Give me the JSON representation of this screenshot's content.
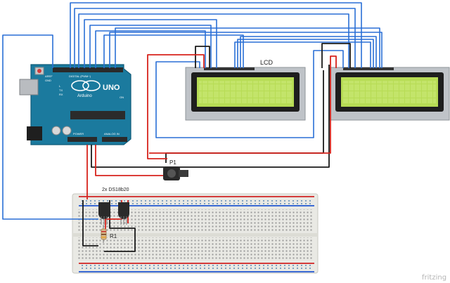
{
  "labels": {
    "lcd": "LCD",
    "pot": "P1",
    "sensors": "2x  DS18b20",
    "resistor": "R1",
    "watermark": "fritzing"
  },
  "arduino": {
    "logo_text": "UNO",
    "brand_text": "Arduino",
    "header_digital": "DIGITAL (PWM~)",
    "header_power": "POWER",
    "header_analog": "ANALOG IN",
    "aref": "AREF",
    "gnd": "GND",
    "on": "ON",
    "tx": "TX",
    "rx": "RX",
    "l": "L"
  },
  "colors": {
    "wire_blue": "#2a6fd6",
    "wire_red": "#d7231c",
    "wire_black": "#1a1a1a",
    "board": "#1b7a9e",
    "lcd_screen": "#b7dc55",
    "breadboard": "#e9e9e4"
  }
}
